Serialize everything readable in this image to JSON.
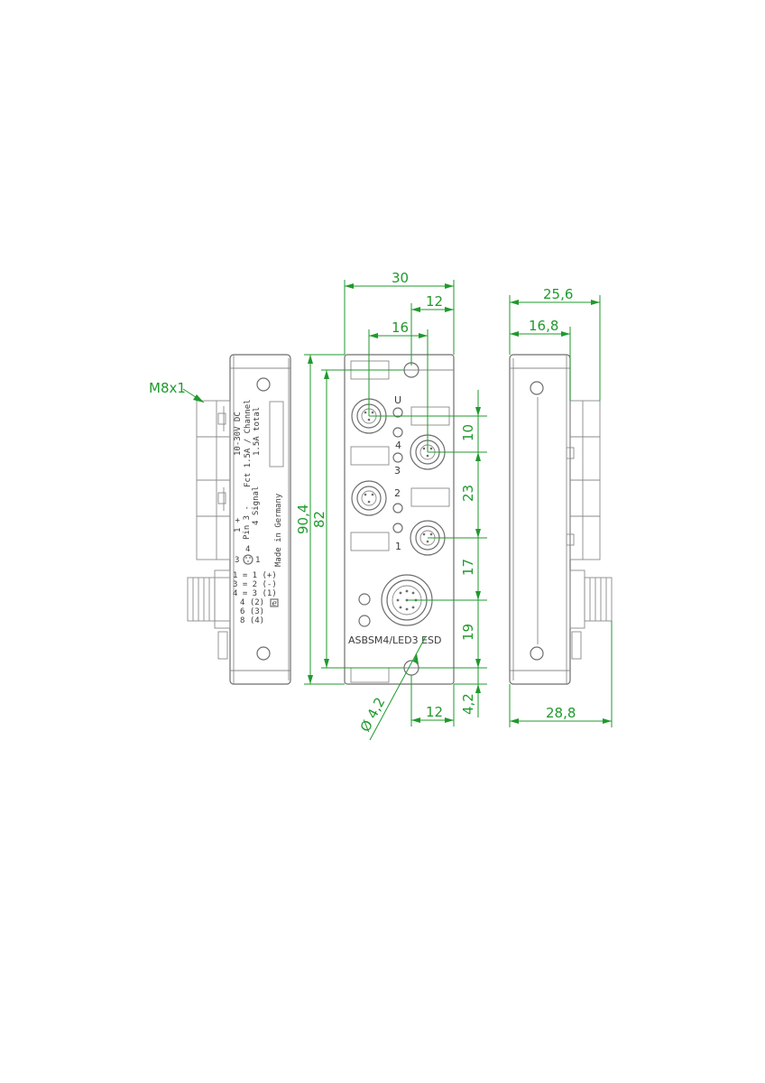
{
  "drawing": {
    "thread_label": "M8x1",
    "model_label": "ASBSM4/LED3 ESD",
    "side_label": {
      "voltage": "10-30V DC",
      "fct_row": "Fct  1.5A / Channel",
      "fct_row2": "1.5A total",
      "pin_block": [
        "1      +",
        "Pin 3      -",
        "4  Signal"
      ],
      "made_in": "Made in Germany",
      "pin_numbers": {
        "top": "4",
        "left": "3",
        "right": "1"
      },
      "pin_table": [
        "1 = 1 (+)",
        "3 = 2 (-)",
        "4 = 3 (1)",
        "4 (2)",
        "6 (3)",
        "8 (4)"
      ]
    },
    "port_labels": {
      "u": "U",
      "p4": "4",
      "p3": "3",
      "p2": "2",
      "p1": "1"
    },
    "dimensions": {
      "width_total": "30",
      "pitch_right": "12",
      "pitch_left": "16",
      "height_total": "90,4",
      "height_inner": "82",
      "row_10": "10",
      "row_23": "23",
      "row_17": "17",
      "row_19": "19",
      "hole_dia": "Ø 4,2",
      "bottom_12": "12",
      "bottom_42": "4,2",
      "side_width": "25,6",
      "side_inner": "16,8",
      "side_bottom": "28,8"
    }
  }
}
